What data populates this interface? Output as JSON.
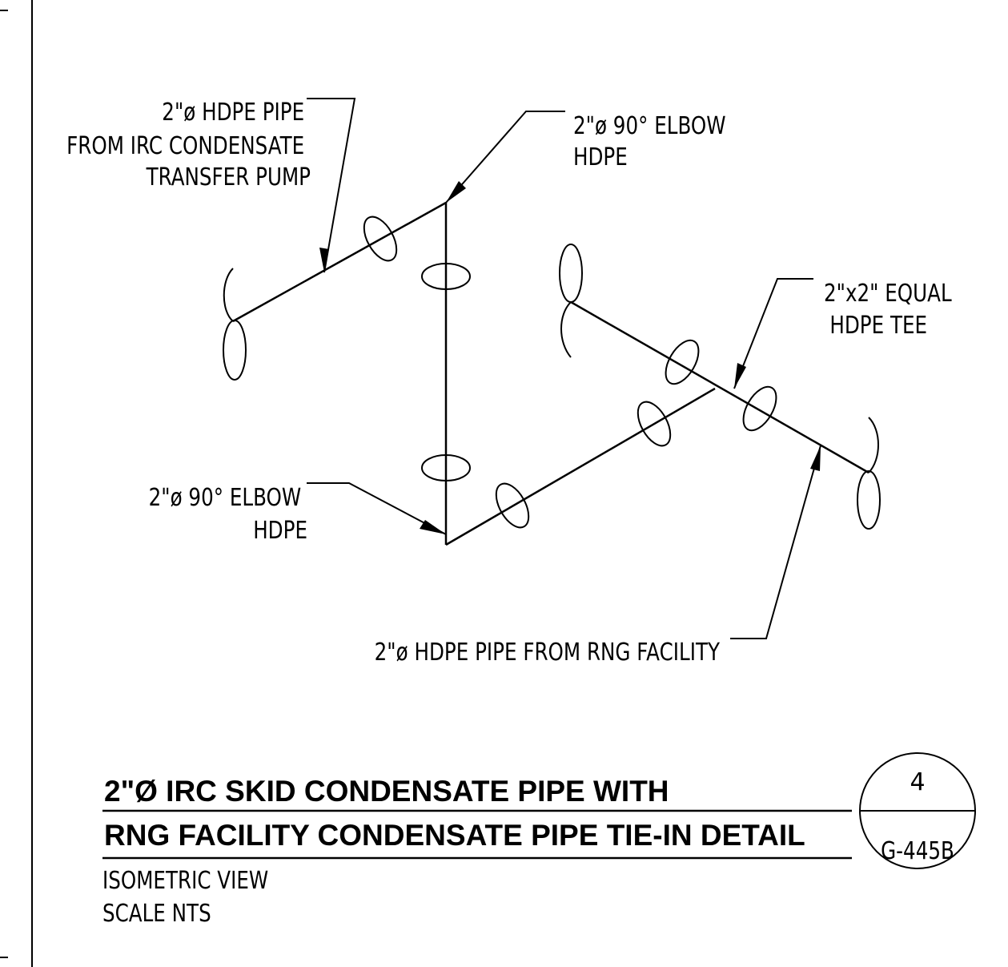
{
  "labels": {
    "pipe_from_pump": [
      "2\"ø HDPE PIPE",
      "FROM IRC CONDENSATE",
      "TRANSFER PUMP"
    ],
    "elbow_top": [
      "2\"ø 90° ELBOW",
      "HDPE"
    ],
    "tee": [
      "2\"x2\" EQUAL",
      "HDPE TEE"
    ],
    "elbow_bottom": [
      "2\"ø 90° ELBOW",
      "HDPE"
    ],
    "pipe_from_rng": "2\"ø HDPE PIPE FROM RNG FACILITY"
  },
  "title_block": {
    "line1": "2\"Ø IRC SKID CONDENSATE PIPE WITH",
    "line2": "RNG FACILITY CONDENSATE PIPE TIE-IN DETAIL",
    "view": "ISOMETRIC VIEW",
    "scale": "SCALE NTS",
    "detail_number": "4",
    "sheet_number": "G-445B"
  }
}
